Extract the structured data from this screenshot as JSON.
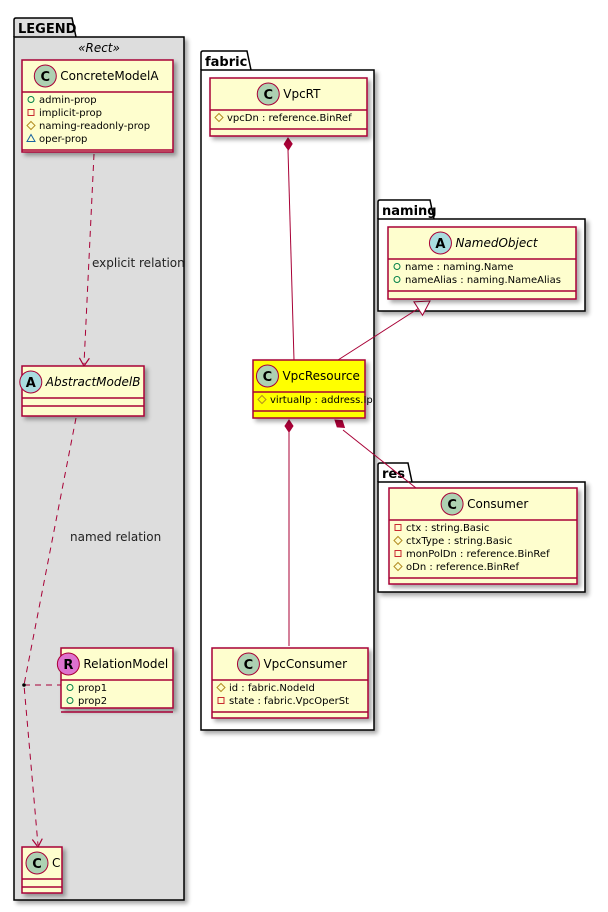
{
  "colors": {
    "class_fill": "#FEFECE",
    "class_border": "#A80036",
    "highlight_fill": "#FFFF00",
    "legend_fill": "#DDDDDD",
    "package_fill": "#FFFFFF",
    "edge": "#A80036",
    "badge_class": "#ADD1B2",
    "badge_abstract": "#A9DCDF",
    "badge_relation": "#DE72CF",
    "vis_public": "#038048",
    "vis_private": "#C82930",
    "vis_protected": "#B38D22",
    "vis_package": "#1963A0"
  },
  "packages": [
    {
      "id": "legend",
      "name": "LEGEND",
      "stereotype": "«Rect»"
    },
    {
      "id": "fabric",
      "name": "fabric"
    },
    {
      "id": "naming",
      "name": "naming"
    },
    {
      "id": "res",
      "name": "res"
    }
  ],
  "classes": [
    {
      "id": "ConcreteModelA",
      "name": "ConcreteModelA",
      "kind": "C",
      "italic": false,
      "highlight": false,
      "attrs": [
        {
          "vis": "public",
          "text": "admin-prop"
        },
        {
          "vis": "private",
          "text": "implicit-prop"
        },
        {
          "vis": "protected",
          "text": "naming-readonly-prop"
        },
        {
          "vis": "package",
          "text": "oper-prop"
        }
      ]
    },
    {
      "id": "AbstractModelB",
      "name": "AbstractModelB",
      "kind": "A",
      "italic": true,
      "highlight": false,
      "attrs": []
    },
    {
      "id": "RelationModel",
      "name": "RelationModel",
      "kind": "R",
      "italic": false,
      "highlight": false,
      "attrs": [
        {
          "vis": "public",
          "text": "prop1"
        },
        {
          "vis": "public",
          "text": "prop2"
        }
      ]
    },
    {
      "id": "C",
      "name": "C",
      "kind": "C",
      "italic": false,
      "highlight": false,
      "attrs": []
    },
    {
      "id": "VpcRT",
      "name": "VpcRT",
      "kind": "C",
      "italic": false,
      "highlight": false,
      "attrs": [
        {
          "vis": "protected",
          "text": "vpcDn : reference.BinRef"
        }
      ]
    },
    {
      "id": "NamedObject",
      "name": "NamedObject",
      "kind": "A",
      "italic": true,
      "highlight": false,
      "attrs": [
        {
          "vis": "public",
          "text": "name : naming.Name"
        },
        {
          "vis": "public",
          "text": "nameAlias : naming.NameAlias"
        }
      ]
    },
    {
      "id": "VpcResource",
      "name": "VpcResource",
      "kind": "C",
      "italic": false,
      "highlight": true,
      "attrs": [
        {
          "vis": "protected",
          "text": "virtualIp : address.Ip"
        }
      ]
    },
    {
      "id": "Consumer",
      "name": "Consumer",
      "kind": "C",
      "italic": false,
      "highlight": false,
      "attrs": [
        {
          "vis": "private",
          "text": "ctx : string.Basic"
        },
        {
          "vis": "protected",
          "text": "ctxType : string.Basic"
        },
        {
          "vis": "private",
          "text": "monPolDn : reference.BinRef"
        },
        {
          "vis": "protected",
          "text": "oDn : reference.BinRef"
        }
      ]
    },
    {
      "id": "VpcConsumer",
      "name": "VpcConsumer",
      "kind": "C",
      "italic": false,
      "highlight": false,
      "attrs": [
        {
          "vis": "protected",
          "text": "id : fabric.NodeId"
        },
        {
          "vis": "private",
          "text": "state : fabric.VpcOperSt"
        }
      ]
    }
  ],
  "relations": [
    {
      "id": "explicit",
      "from": "ConcreteModelA",
      "to": "AbstractModelB",
      "type": "dependency",
      "label": "explicit relation"
    },
    {
      "id": "named",
      "from": "AbstractModelB",
      "to": "C",
      "type": "dependency",
      "label": "named relation",
      "association_class": "RelationModel"
    },
    {
      "id": "vpcrt-vpcresource",
      "from": "VpcRT",
      "to": "VpcResource",
      "type": "composition",
      "label": ""
    },
    {
      "id": "vpcresource-namedobject",
      "from": "VpcResource",
      "to": "NamedObject",
      "type": "generalization",
      "label": ""
    },
    {
      "id": "vpcresource-vpcconsumer",
      "from": "VpcResource",
      "to": "VpcConsumer",
      "type": "composition",
      "label": ""
    },
    {
      "id": "vpcresource-consumer",
      "from": "VpcResource",
      "to": "Consumer",
      "type": "composition",
      "label": ""
    }
  ]
}
